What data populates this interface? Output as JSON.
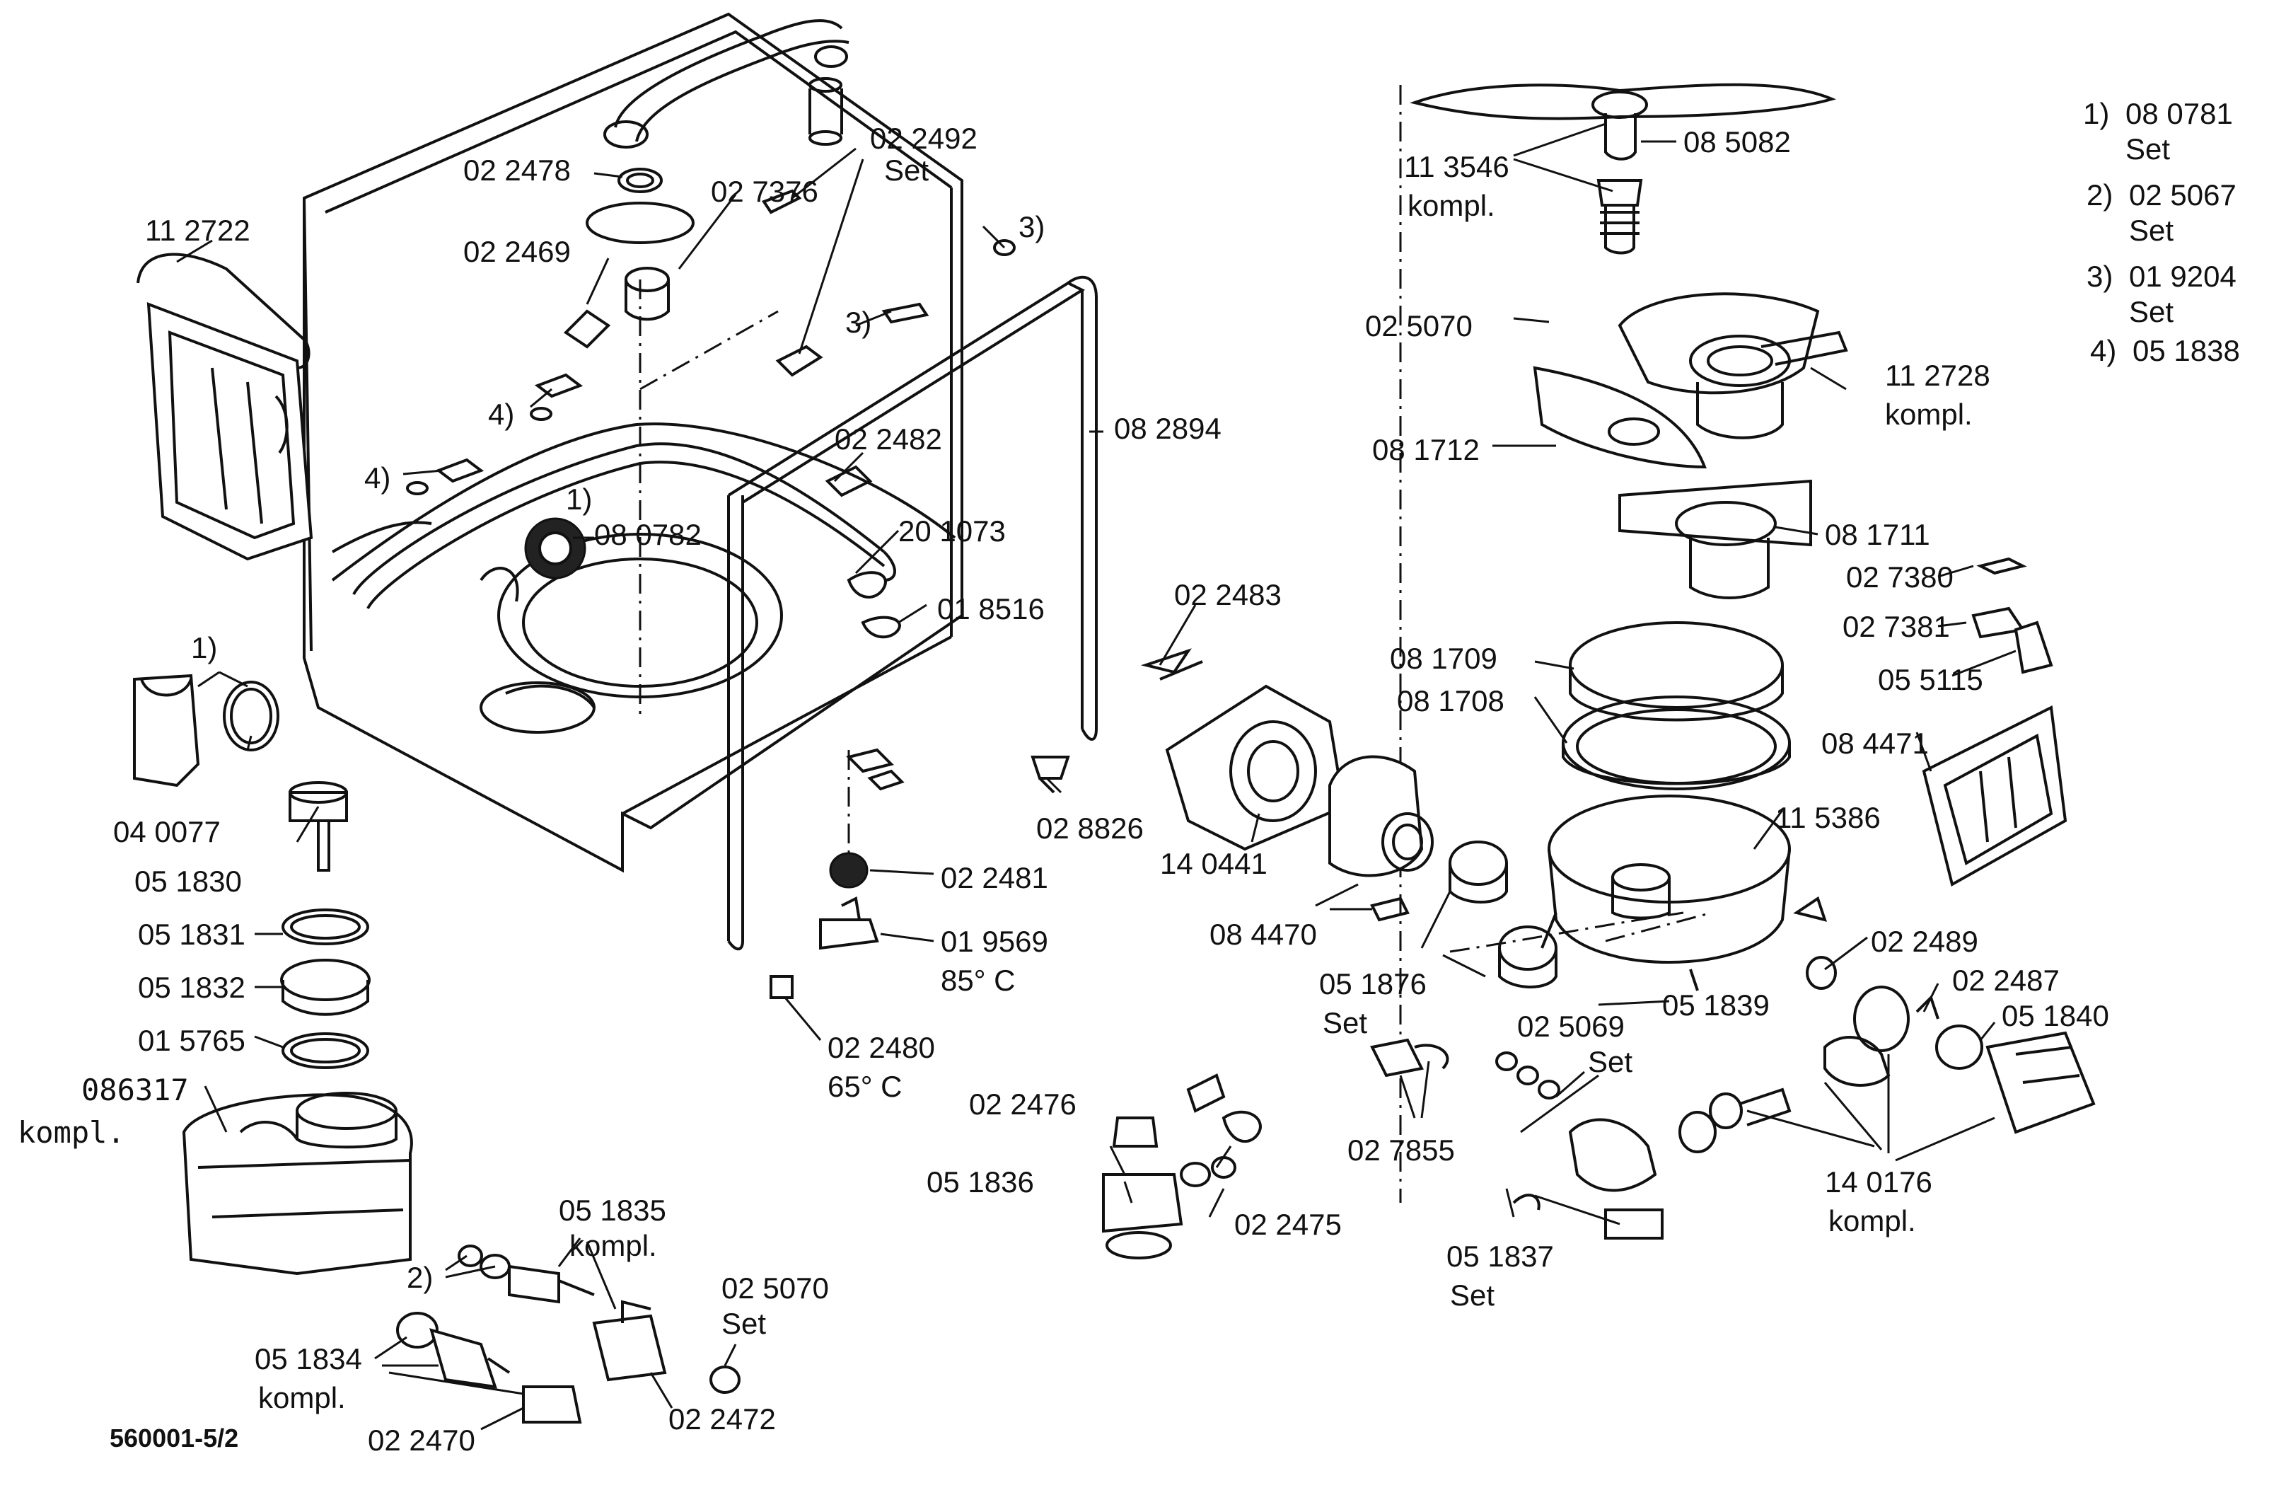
{
  "drawing_id": "560001-5/2",
  "footnotes": [
    {
      "marker": "1)",
      "number": "08 0781",
      "note": "Set"
    },
    {
      "marker": "2)",
      "number": "02 5067",
      "note": "Set"
    },
    {
      "marker": "3)",
      "number": "01 9204",
      "note": "Set"
    },
    {
      "marker": "4)",
      "number": "05 1838",
      "note": ""
    }
  ],
  "parts": {
    "p112722": "11 2722",
    "p022478": "02 2478",
    "p022469": "02 2469",
    "p027376": "02 7376",
    "p022492": "02 2492",
    "p022492_set": "Set",
    "p3": "3)",
    "p3b": "3)",
    "p4a": "4)",
    "p4b": "4)",
    "p082894": "08 2894",
    "p022482": "02 2482",
    "p201073": "20 1073",
    "p1a": "1)",
    "p080782": "08 0782",
    "p018516": "01 8516",
    "p1b": "1)",
    "p040077": "04 0077",
    "p051830": "05 1830",
    "p051831": "05 1831",
    "p051832": "05 1832",
    "p015765": "01 5765",
    "p086317": "086317",
    "p086317_k": "kompl.",
    "p022481": "02 2481",
    "p019569": "01 9569",
    "p019569_t": "85° C",
    "p028826": "02 8826",
    "p022480": "02 2480",
    "p022480_t": "65° C",
    "p113546": "11 3546",
    "p113546_k": "kompl.",
    "p085082": "08 5082",
    "p025070a": "02 5070",
    "p112728": "11 2728",
    "p112728_k": "kompl.",
    "p081712": "08 1712",
    "p081711": "08 1711",
    "p027380": "02 7380",
    "p027381": "02 7381",
    "p055115": "05 5115",
    "p022483": "02 2483",
    "p081709": "08 1709",
    "p081708": "08 1708",
    "p084471": "08 4471",
    "p140441": "14 0441",
    "p115386": "11 5386",
    "p084470": "08 4470",
    "p051876": "05 1876",
    "p051876_s": "Set",
    "p022489": "02 2489",
    "p022487": "02 2487",
    "p051839": "05 1839",
    "p051840": "05 1840",
    "p025069": "02 5069",
    "p025069_s": "Set",
    "p027855": "02 7855",
    "p140176": "14 0176",
    "p140176_k": "kompl.",
    "p051837": "05 1837",
    "p051837_s": "Set",
    "p022476": "02 2476",
    "p051836": "05 1836",
    "p022475": "02 2475",
    "p051835": "05 1835",
    "p051835_k": "kompl.",
    "p2": "2)",
    "p025070b": "02 5070",
    "p025070b_s": "Set",
    "p051834": "05 1834",
    "p051834_k": "kompl.",
    "p022470": "02 2470",
    "p022472": "02 2472"
  }
}
